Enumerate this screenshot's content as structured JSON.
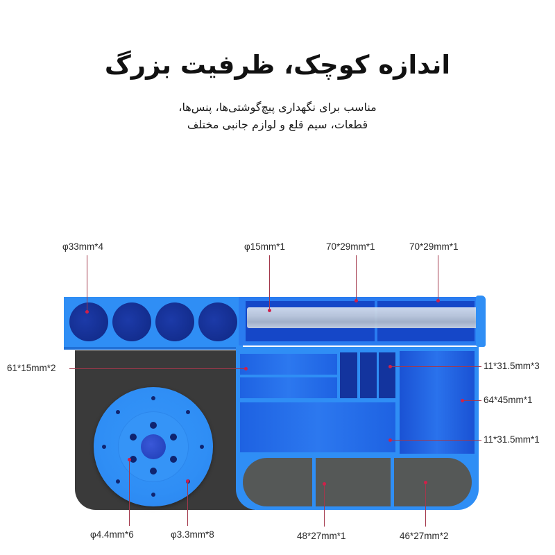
{
  "header": {
    "title": "اندازه کوچک، ظرفیت بزرگ",
    "subtitle_line1": "مناسب برای نگهداری پیچ‌گوشتی‌ها، پنس‌ها،",
    "subtitle_line2": "قطعات، سیم قلع و لوازم جانبی مختلف"
  },
  "colors": {
    "product_blue": "#2f8ef5",
    "compartment_blue": "#1d5fe0",
    "hole_navy": "#132d8e",
    "mat_gray": "#3a3a3a",
    "pad_gray": "#555857",
    "callout_line": "#a3384b",
    "callout_dot": "#d0204a"
  },
  "callouts": {
    "top": [
      {
        "label": "φ33mm*4"
      },
      {
        "label": "φ15mm*1"
      },
      {
        "label": "70*29mm*1"
      },
      {
        "label": "70*29mm*1"
      }
    ],
    "left": [
      {
        "label": "61*15mm*2"
      }
    ],
    "right": [
      {
        "label": "11*31.5mm*3"
      },
      {
        "label": "64*45mm*1"
      },
      {
        "label": "11*31.5mm*1"
      }
    ],
    "bottom": [
      {
        "label": "φ4.4mm*6"
      },
      {
        "label": "φ3.3mm*8"
      },
      {
        "label": "48*27mm*1"
      },
      {
        "label": "46*27mm*2"
      }
    ]
  }
}
